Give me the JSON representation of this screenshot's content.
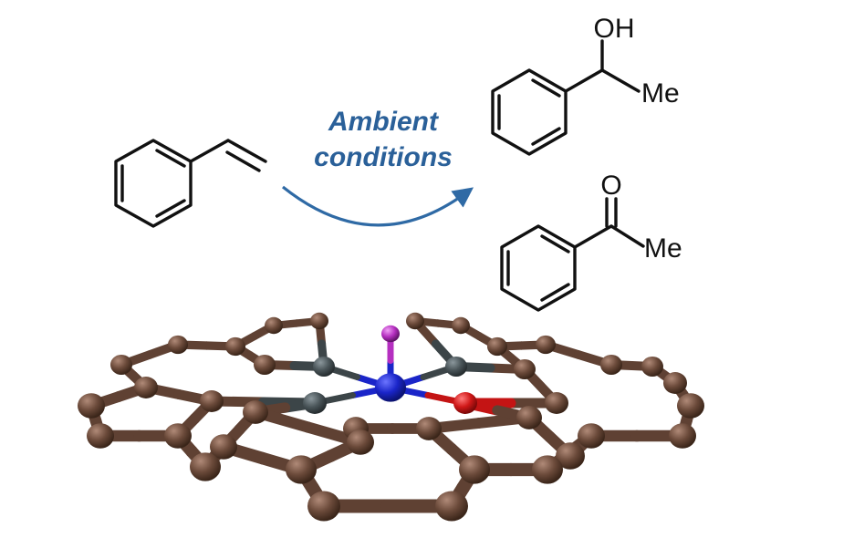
{
  "reaction": {
    "condition_line1": "Ambient",
    "condition_line2": "conditions",
    "condition_color": "#2a6099",
    "arrow_color": "#2f6aa5"
  },
  "molecules": {
    "reactant": {
      "name": "styrene"
    },
    "product_alcohol": {
      "name": "1-phenylethanol",
      "label_oh": "OH",
      "label_me": "Me"
    },
    "product_ketone": {
      "name": "acetophenone",
      "label_o": "O",
      "label_me": "Me"
    }
  },
  "catalyst": {
    "carbon_color": "#6b4a3a",
    "nitrogen_color": "#4a5559",
    "metal_color": "#1a25c9",
    "oxygen_color": "#d01818",
    "axial_color": "#b52fc0"
  }
}
